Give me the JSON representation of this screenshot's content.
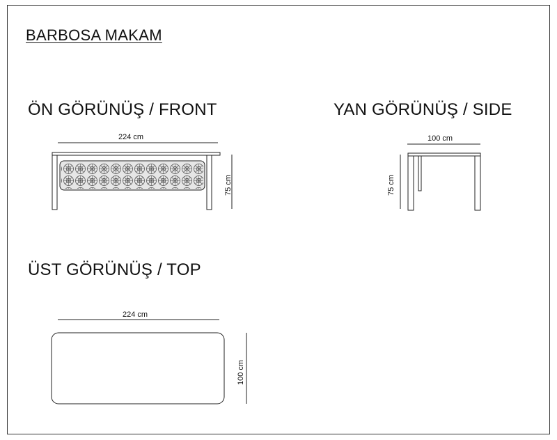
{
  "sheet": {
    "title": "BARBOSA MAKAM"
  },
  "views": {
    "front": {
      "label": "ÖN GÖRÜNÜŞ / FRONT",
      "width_dim": "224 cm",
      "height_dim": "75 cm"
    },
    "side": {
      "label": "YAN GÖRÜNÜŞ / SIDE",
      "width_dim": "100 cm",
      "height_dim": "75 cm"
    },
    "top": {
      "label": "ÜST GÖRÜNÜŞ / TOP",
      "width_dim": "224 cm",
      "height_dim": "100 cm"
    }
  },
  "colors": {
    "line": "#222222",
    "frame": "#333333",
    "panel_fill": "#e6e6e6",
    "pattern": "#555555"
  }
}
